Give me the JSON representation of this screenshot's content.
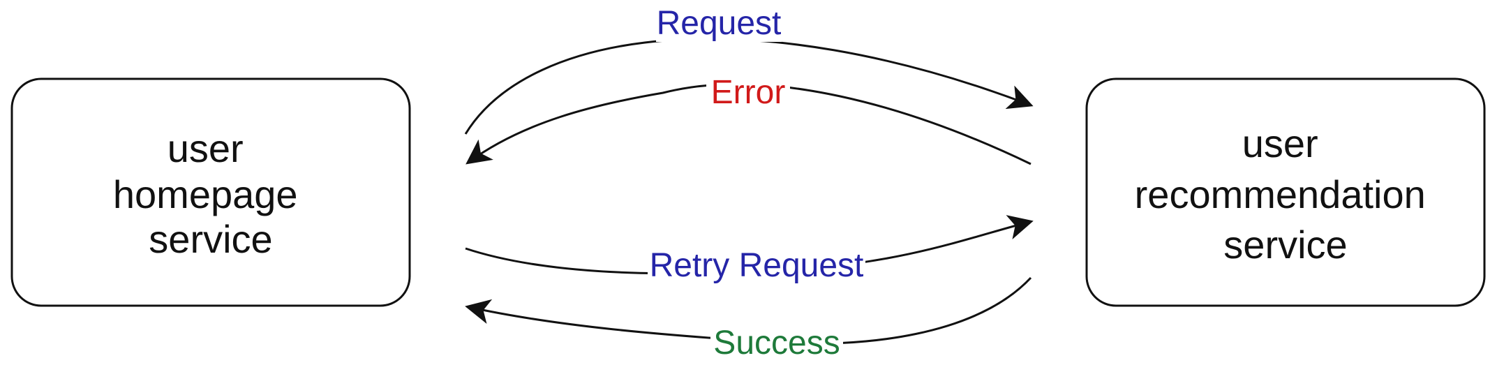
{
  "nodes": {
    "homepage": {
      "lines": [
        "user",
        "homepage",
        "service"
      ]
    },
    "recommendation": {
      "lines": [
        "user",
        "recommendation",
        "service"
      ]
    }
  },
  "edges": {
    "request": {
      "label": "Request",
      "color": "#2525a8"
    },
    "error": {
      "label": "Error",
      "color": "#d11a1a"
    },
    "retry": {
      "label": "Retry Request",
      "color": "#2525a8"
    },
    "success": {
      "label": "Success",
      "color": "#1e7a3a"
    }
  },
  "colors": {
    "stroke": "#111111",
    "background": "#ffffff"
  }
}
